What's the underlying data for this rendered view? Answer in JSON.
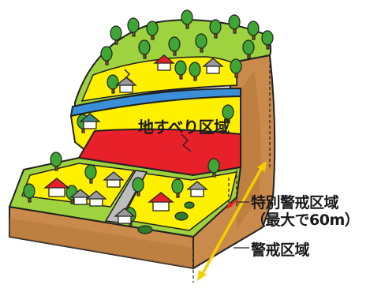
{
  "labels": {
    "landslide_zone": "地すべり区域",
    "special_warning_zone": "特別警戒区域",
    "special_warning_note": "（最大で60m）",
    "warning_zone": "警戒区域"
  },
  "colors": {
    "landslide_red": "#e8202a",
    "special_zone_yellow": "#fff000",
    "grass_green": "#9ed23e",
    "soil_brown": "#c98a4b",
    "river_blue": "#3a8fd8",
    "arrow_yellow": "#f3d000",
    "arrow_red": "#e8202a"
  }
}
